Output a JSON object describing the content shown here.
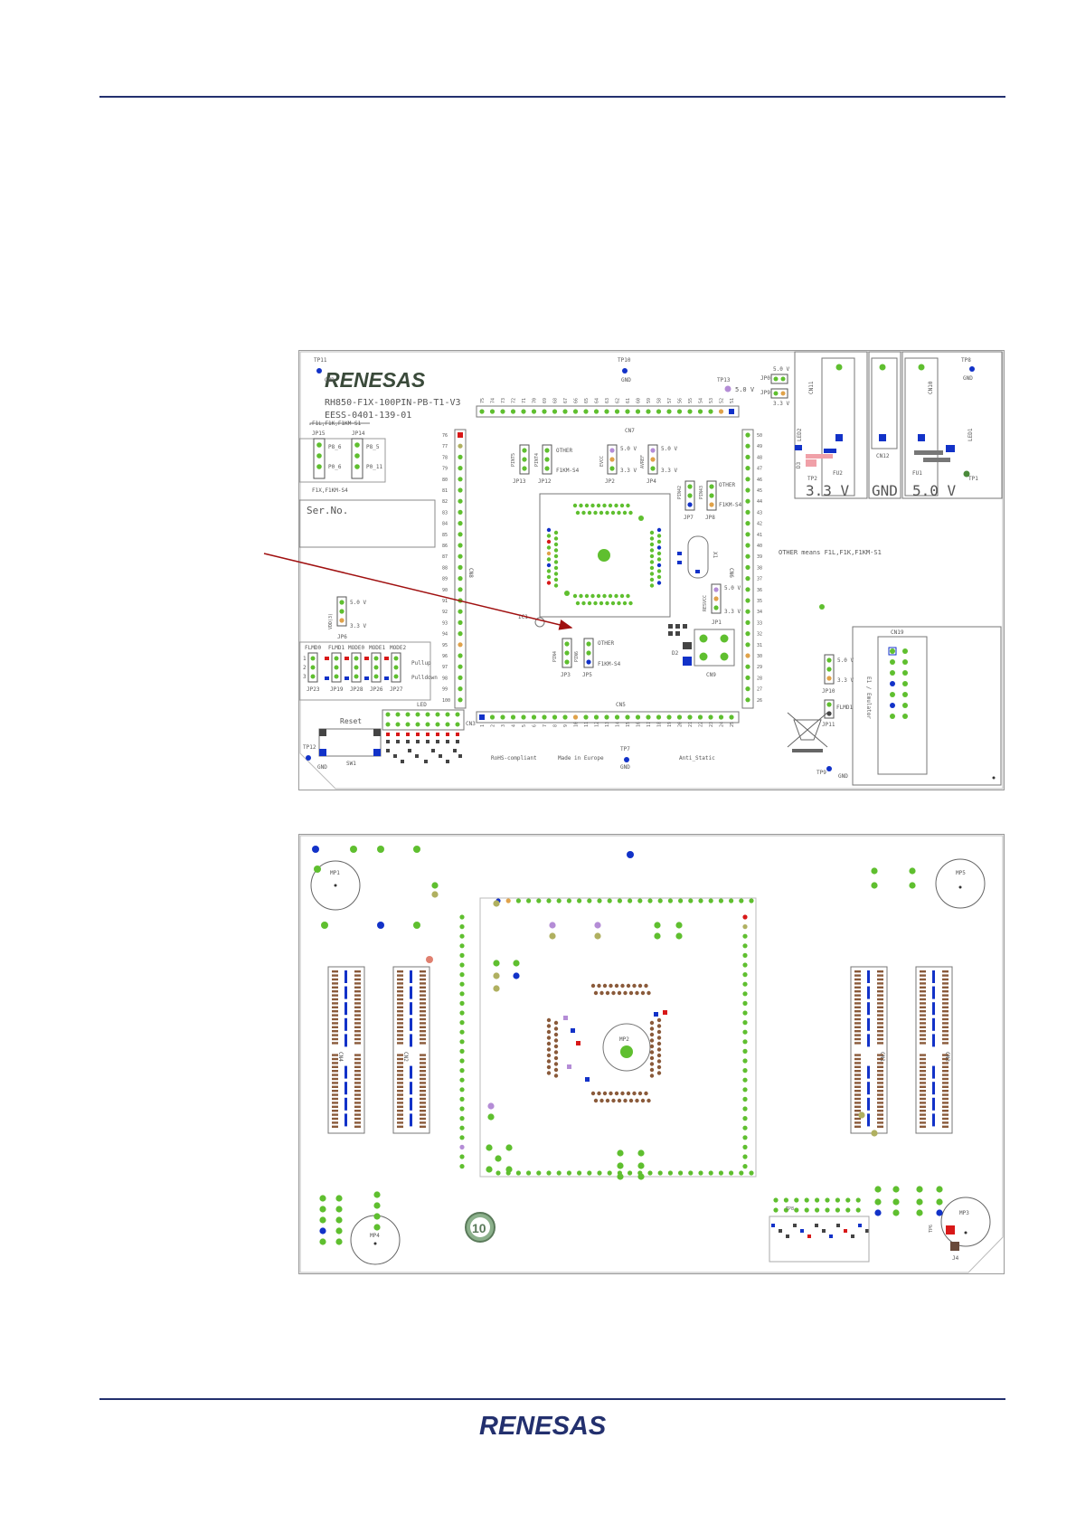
{
  "document": {
    "brand_text": "RENESAS",
    "colors": {
      "rule": "#23306e",
      "logo": "#23306e",
      "arrow": "#a01010",
      "pad_green": "#5fbf2f",
      "pad_blue": "#1232c8",
      "pad_red": "#d81818"
    }
  },
  "top_board": {
    "brand_text": "RENESAS",
    "title_lines": [
      "RH850-F1X-100PIN-PB-T1-V3",
      "EESS-0401-139-01"
    ],
    "serial_label": "Ser.No.",
    "labels": {
      "tp11": "TP11",
      "gnd": "GND",
      "tp10": "TP10",
      "tp13": "TP13",
      "v50": "5.0 V",
      "v33": "3.3 V",
      "jp0": "JP0",
      "jp9": "JP9",
      "tp8": "TP8",
      "cn7": "CN7",
      "cn8": "CN8",
      "cn6": "CN6",
      "cn5": "CN5",
      "cn3": "CN3",
      "cn19": "CN19",
      "cn11": "CN11",
      "cn12": "CN12",
      "cn10": "CN10",
      "led1": "LED1",
      "led2": "LED2",
      "d3": "D3",
      "tp2": "TP2",
      "fu2": "FU2",
      "fu1": "FU1",
      "tp1": "TP1",
      "big_33": "3.3 V",
      "big_gnd": "GND",
      "big_50": "5.0 V",
      "f1l_group": "F1L,F1K,F1KM-S1",
      "f1x_group": "F1X,F1KM-S4",
      "jp15": "JP15",
      "jp14": "JP14",
      "p8_6": "P8_6",
      "p8_5": "P8_5",
      "p0_6": "P0_6",
      "p0_11": "P0_11",
      "pint5": "PINT5",
      "pint4": "PINT4",
      "jp13": "JP13",
      "jp12": "JP12",
      "other": "OTHER",
      "f1km_s4": "F1KM-S4",
      "evcc": "EVCC",
      "avref": "AVREF",
      "jp2": "JP2",
      "jp4": "JP4",
      "pin42": "PIN42",
      "pin43": "PIN43",
      "jp7": "JP7",
      "jp8": "JP8",
      "other_means": "OTHER means F1L,F1K,F1KM-S1",
      "x1": "X1",
      "resvcc": "RESVCC",
      "jp1": "JP1",
      "ic1": "IC1",
      "vdd": "VDD(3)",
      "jp6": "JP6",
      "flmd0": "FLMD0",
      "flmd1": "FLMD1",
      "mode0": "MODE0",
      "mode1": "MODE1",
      "mode2": "MODE2",
      "pullup": "Pullup",
      "pulldown": "Pulldown",
      "jp23": "JP23",
      "jp19": "JP19",
      "jp28": "JP28",
      "jp26": "JP26",
      "jp27": "JP27",
      "pin4": "PIN4",
      "pin6": "PIN6",
      "jp3": "JP3",
      "jp5": "JP5",
      "d2": "D2",
      "cn9": "CN9",
      "led": "LED",
      "reset": "Reset",
      "sw1": "SW1",
      "tp12": "TP12",
      "tp7": "TP7",
      "tp9": "TP9",
      "rohs": "RoHS-compliant",
      "made": "Made in Europe",
      "anti": "Anti_Static",
      "jp10": "JP10",
      "jp11": "JP11",
      "flmd1_b": "FLMD1",
      "e1": "E1 / Emulator",
      "row123": [
        "1",
        "2",
        "3"
      ]
    },
    "top_pin_numbers": [
      "75",
      "74",
      "73",
      "72",
      "71",
      "70",
      "69",
      "68",
      "67",
      "66",
      "65",
      "64",
      "63",
      "62",
      "61",
      "60",
      "59",
      "58",
      "57",
      "56",
      "55",
      "54",
      "53",
      "52",
      "51"
    ],
    "left_pin_numbers": [
      "76",
      "77",
      "78",
      "79",
      "80",
      "81",
      "82",
      "83",
      "84",
      "85",
      "86",
      "87",
      "88",
      "89",
      "90",
      "91",
      "92",
      "93",
      "94",
      "95",
      "96",
      "97",
      "98",
      "99",
      "100"
    ],
    "right_pin_numbers": [
      "50",
      "49",
      "48",
      "47",
      "46",
      "45",
      "44",
      "43",
      "42",
      "41",
      "40",
      "39",
      "38",
      "37",
      "36",
      "35",
      "34",
      "33",
      "32",
      "31",
      "30",
      "29",
      "28",
      "27",
      "26"
    ],
    "bottom_pin_numbers": [
      "1",
      "2",
      "3",
      "4",
      "5",
      "6",
      "7",
      "8",
      "9",
      "10",
      "11",
      "12",
      "13",
      "14",
      "15",
      "16",
      "17",
      "18",
      "19",
      "20",
      "21",
      "22",
      "23",
      "24",
      "25"
    ]
  },
  "bottom_board": {
    "labels": {
      "mp1": "MP1",
      "mp2": "MP2",
      "mp3": "MP3",
      "mp4": "MP4",
      "mp5": "MP5",
      "cn4": "CN4",
      "cn2": "CN2",
      "cn1": "CN1",
      "cn3": "CN3",
      "tp8": "TP8",
      "tp6": "TP6",
      "j4": "J4",
      "badge": "10"
    }
  }
}
